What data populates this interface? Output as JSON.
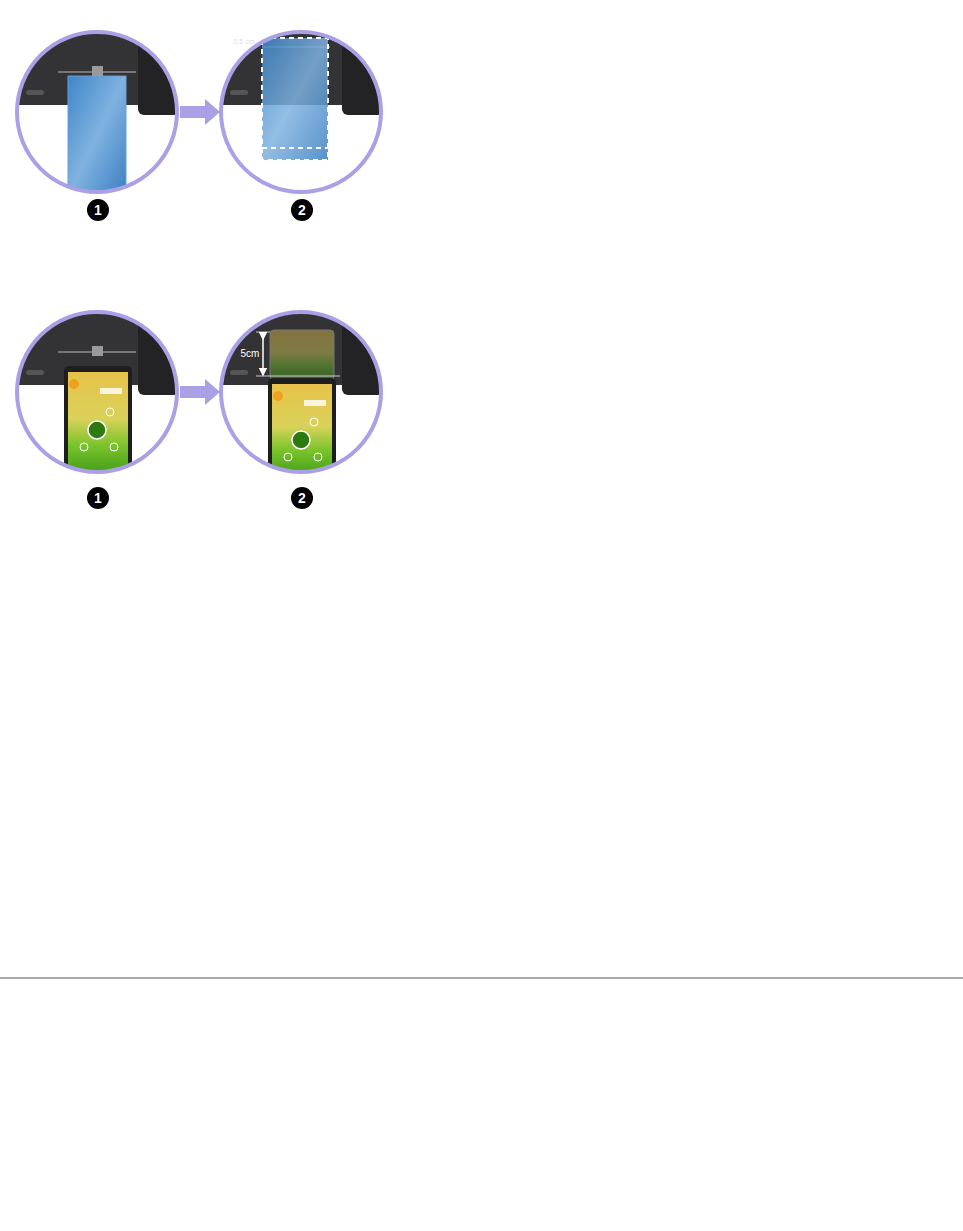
{
  "diagram": {
    "labels": [
      "0.5 cm",
      "1",
      "2",
      "5cm",
      "1",
      "2"
    ]
  }
}
